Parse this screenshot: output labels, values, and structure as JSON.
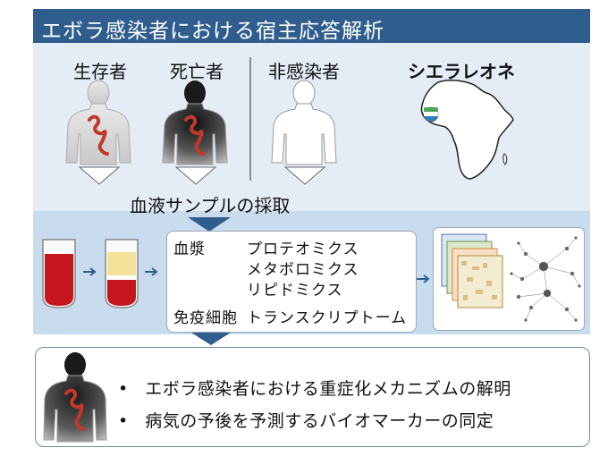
{
  "title": "エボラ感染者における宿主応答解析",
  "groups": {
    "survivor": "生存者",
    "fatal": "死亡者",
    "uninfected": "非感染者"
  },
  "country": "シエラレオネ",
  "sampling_label": "血液サンプルの採取",
  "omics": {
    "plasma_label": "血漿",
    "plasma_items": [
      "プロテオミクス",
      "メタボロミクス",
      "リピドミクス"
    ],
    "cell_label": "免疫細胞",
    "cell_item": "トランスクリプトーム"
  },
  "bullets": [
    "エボラ感染者における重症化メカニズムの解明",
    "病気の予後を予測するバイオマーカーの同定"
  ],
  "colors": {
    "title_bar": "#2f5e8e",
    "top_panel": "#e4edf6",
    "mid_panel": "#c9dcee",
    "arrow": "#2f5e8e",
    "virus": "#c0392b",
    "blood": "#c4161c",
    "serum": "#f3e29a"
  },
  "icons": [
    "human-torso-icon",
    "ebola-virus-icon",
    "africa-map-icon",
    "sierra-leone-marker-icon",
    "blood-tube-icon",
    "heatmap-stack-icon",
    "network-graph-icon",
    "arrow-icon"
  ]
}
